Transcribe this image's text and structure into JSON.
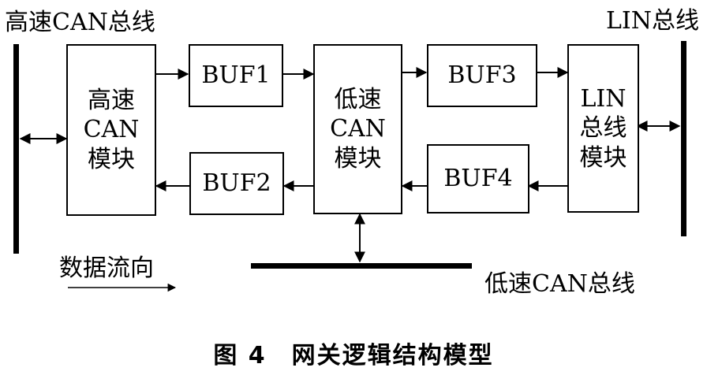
{
  "labels": {
    "hs_bus": "高速CAN总线",
    "lin_bus": "LIN总线",
    "ls_bus": "低速CAN总线",
    "legend": "数据流向"
  },
  "modules": {
    "hs_can": [
      "高速",
      "CAN",
      "模块"
    ],
    "ls_can": [
      "低速",
      "CAN",
      "模块"
    ],
    "lin": [
      "LIN",
      "总线",
      "模块"
    ]
  },
  "buffers": {
    "buf1": "BUF1",
    "buf2": "BUF2",
    "buf3": "BUF3",
    "buf4": "BUF4"
  },
  "caption": "图 4　网关逻辑结构模型"
}
